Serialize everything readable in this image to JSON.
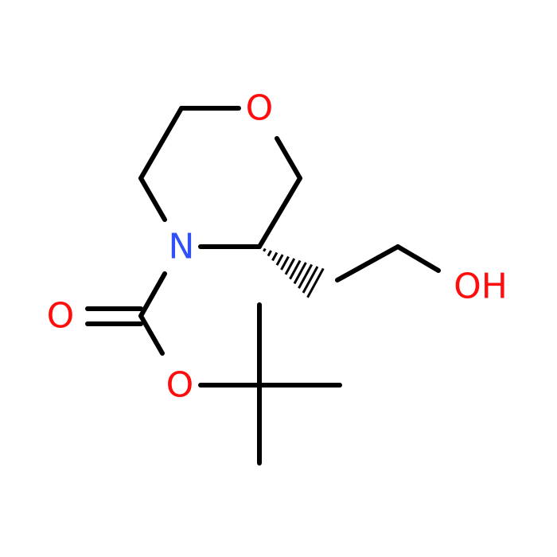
{
  "colors": {
    "bond": "#000000",
    "oxygen": "#ff0d0d",
    "nitrogen": "#3050f8",
    "background": "#ffffff"
  },
  "atoms": {
    "ring_oxygen": "O",
    "ring_nitrogen": "N",
    "carbonyl_oxygen": "O",
    "ester_oxygen": "O",
    "hydroxyl": "OH"
  }
}
